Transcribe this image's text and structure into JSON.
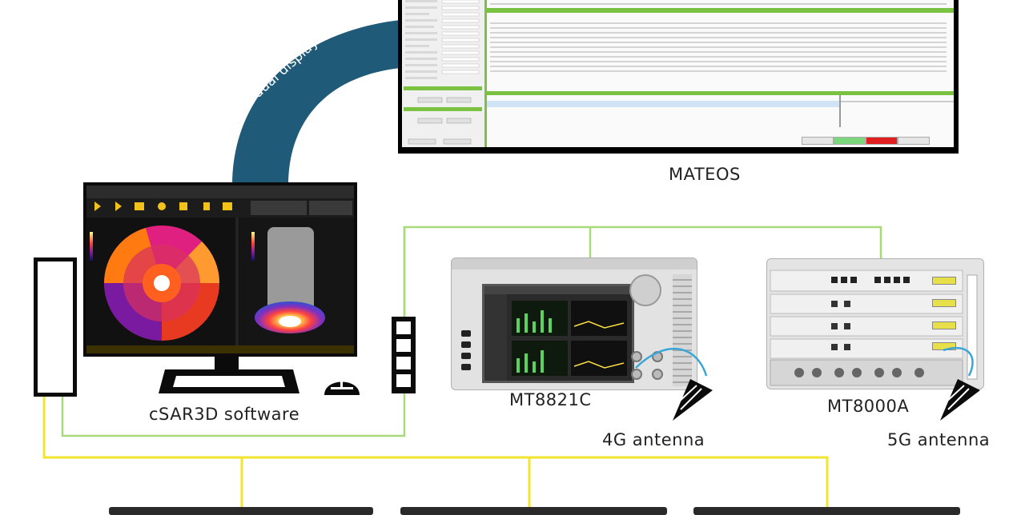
{
  "labels": {
    "dual_display": "dual display",
    "mateos": "MATEOS",
    "csar3d": "cSAR3D software",
    "mt8821c": "MT8821C",
    "mt8000a": "MT8000A",
    "antenna_4g": "4G antenna",
    "antenna_5g": "5G antenna"
  },
  "colors": {
    "arc": "#1f5a78",
    "green_line": "#a8d97a",
    "yellow_line": "#f2e52e",
    "mateos_green": "#7cc242",
    "antenna_cable": "#3aa6d8"
  },
  "icons": [
    "monitor-icon",
    "tower-pc-icon",
    "mouse-icon",
    "usb-hub-icon",
    "antenna-icon",
    "tablet-icon"
  ]
}
